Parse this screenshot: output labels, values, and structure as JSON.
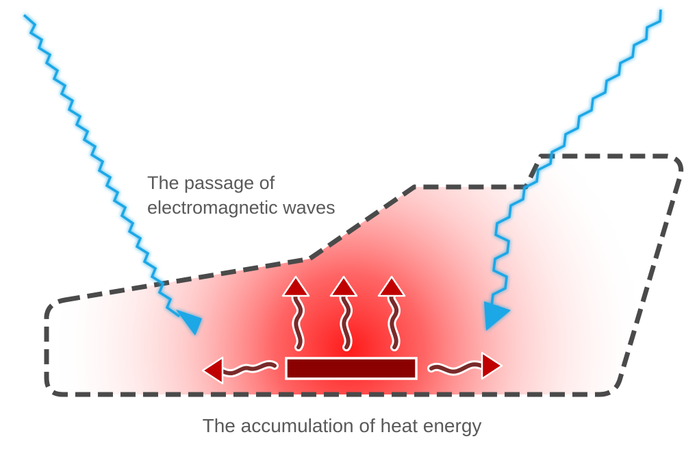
{
  "labels": {
    "passage_line1": "The passage of",
    "passage_line2": "electromagnetic waves",
    "accumulation": "The accumulation of heat energy"
  },
  "colors": {
    "wave": "#1aa7e6",
    "heat_core": "#ff2020",
    "heat_arrow": "#c00000",
    "arrow_outline": "#ffffff",
    "squiggle": "#7a2a2a",
    "heater_fill": "#8b0000",
    "boundary": "#4a4a4a",
    "text": "#595959"
  },
  "icons": {
    "wave_left": "zigzag-wave-icon",
    "wave_right": "zigzag-wave-icon",
    "heat_up": "wavy-up-arrow-icon",
    "heat_side": "wavy-side-arrow-icon",
    "heater": "heat-source-bar-icon"
  }
}
